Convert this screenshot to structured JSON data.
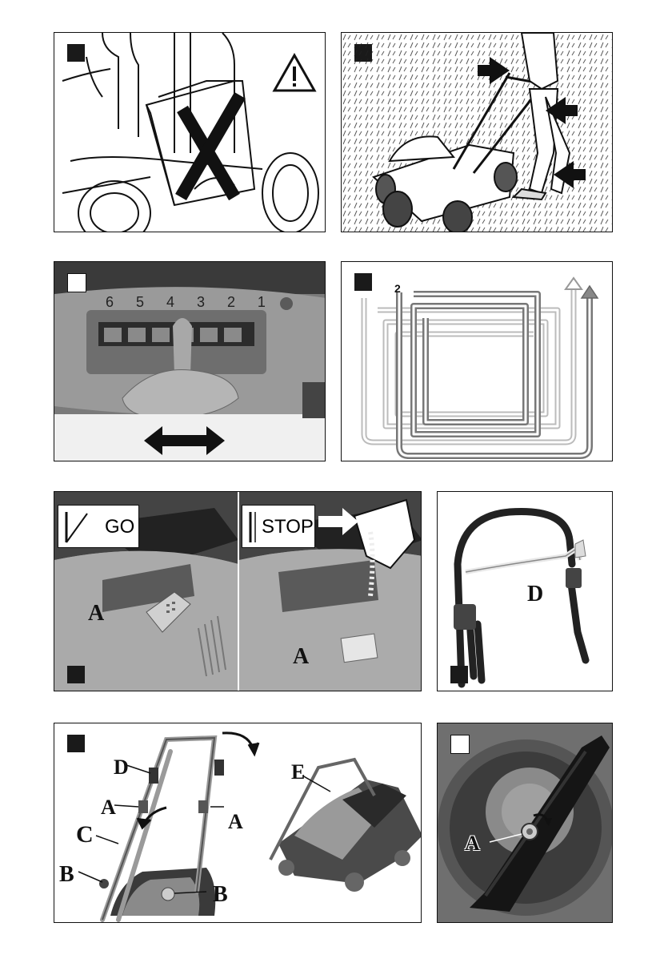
{
  "page": {
    "bottom_mark": "",
    "colors": {
      "ink": "#111111",
      "photo_gray": "#8a8a8a",
      "photo_dark": "#3b3b3b",
      "paper": "#ffffff"
    }
  },
  "fig1": {
    "icon": "warning-triangle-icon",
    "cross": "cross-mark-icon"
  },
  "fig2": {
    "arrows": [
      "arrow-right-icon",
      "arrow-left-icon",
      "arrow-left-icon"
    ]
  },
  "fig3": {
    "scale": [
      "6",
      "5",
      "4",
      "3",
      "2",
      "1"
    ],
    "arrow": "double-arrow-icon"
  },
  "fig4": {
    "path_label_2": "2"
  },
  "fig5": {
    "go_label": "GO",
    "stop_label": "STOP",
    "part_left": "A",
    "part_right": "A"
  },
  "fig6": {
    "part": "D"
  },
  "fig7": {
    "labels": {
      "d": "D",
      "a_left": "A",
      "a_right": "A",
      "c": "C",
      "b_left": "B",
      "b_right": "B",
      "e": "E"
    }
  },
  "fig8": {
    "part": "A"
  }
}
